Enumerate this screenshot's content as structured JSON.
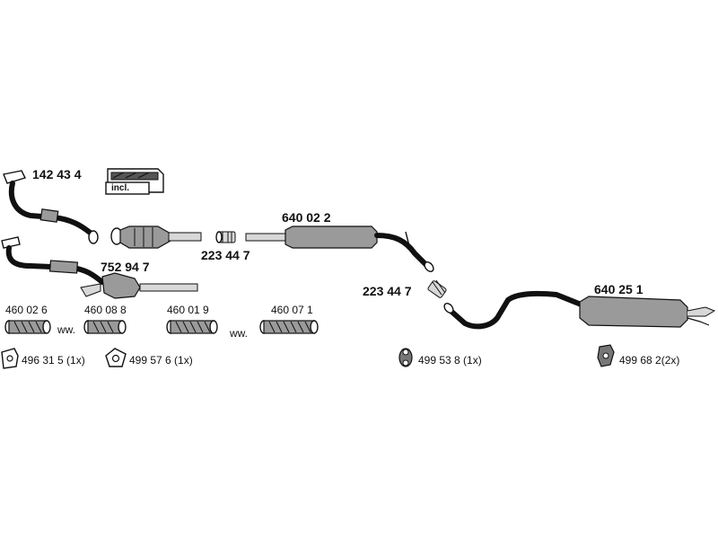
{
  "parts": {
    "p142434": "142 43 4",
    "kit_label": "incl.",
    "p752947": "752 94 7",
    "p223447_front": "223 44 7",
    "p640022": "640 02 2",
    "p223447_rear": "223 44 7",
    "p640251": "640 25 1",
    "p460026": "460 02 6",
    "p460088": "460 08 8",
    "p460019": "460 01 9",
    "p460071": "460 07 1",
    "ww1": "ww.",
    "ww2": "ww.",
    "p496315": "496 31 5 (1x)",
    "p499576": "499 57 6 (1x)",
    "p499538": "499 53 8 (1x)",
    "p499682": "499 68 2(2x)"
  }
}
